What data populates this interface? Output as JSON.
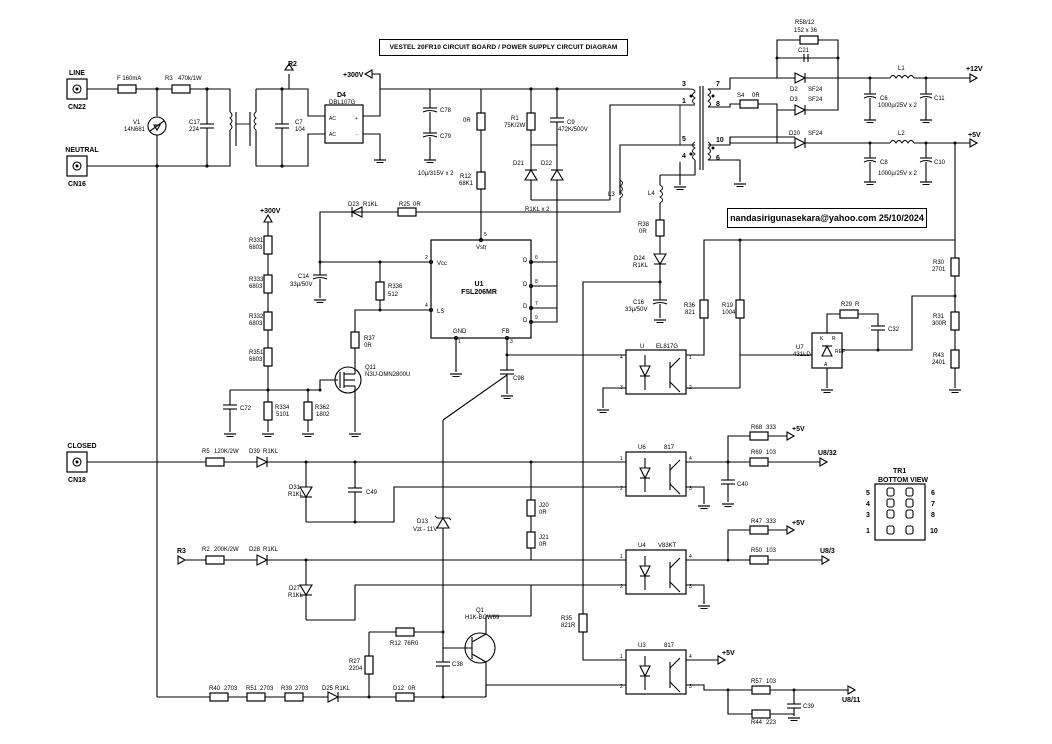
{
  "title": "VESTEL 20FR10 CIRCUIT BOARD /  POWER SUPPLY CIRCUIT DIAGRAM",
  "credit": "nandasirigunasekara@yahoo.com  25/10/2024",
  "connectors": {
    "line": {
      "name": "LINE",
      "ref": "CN22"
    },
    "neutral": {
      "name": "NEUTRAL",
      "ref": "CN16"
    },
    "closed": {
      "name": "CLOSED",
      "ref": "CN18"
    }
  },
  "rails": {
    "r2": "R2",
    "v300": "+300V",
    "v300b": "+300V",
    "v12": "+12V",
    "v5": "+5V",
    "r3": "R3",
    "v5a": "+5V",
    "v5b": "+5V",
    "v5c": "+5V"
  },
  "outputs": {
    "u832": "U8/32",
    "u83": "U8/3",
    "u811": "U8/11"
  },
  "components": {
    "f": "F 160mA",
    "r3": "R3",
    "r3v": "470k/1W",
    "v1": "V1",
    "v1v": "14N681",
    "c17": "C17",
    "c17v": "224",
    "c7": "C7",
    "c7v": "104",
    "d4": "D4",
    "d4v": "DBL107G",
    "ac1": "AC",
    "ac2": "AC",
    "plus": "+",
    "minus": "-",
    "c78": "C78",
    "c79": "C79",
    "c7879v": "10µ/315V x 2",
    "r0": "0R",
    "r12": "R12",
    "r12v": "68K1",
    "r1": "R1",
    "r1v": "75K/2W",
    "c9": "C9",
    "c9v": "472K/500V",
    "d21": "D21",
    "d22": "D22",
    "r1kl2": "R1KL x 2",
    "r5812": "R58/12",
    "r5812v": "152 x 36",
    "c21": "C21",
    "d2": "D2",
    "d2v": "SF24",
    "d3": "D3",
    "d3v": "SF24",
    "d20": "D20",
    "d20v": "SF24",
    "s4": "S4",
    "s4v": "0R",
    "l1": "L1",
    "l2": "L2",
    "c6": "C6",
    "c11": "C11",
    "c6v": "1000µ/25V x 2",
    "c8": "C8",
    "c10": "C10",
    "c8v": "1000µ/25V x 2",
    "t3": "3",
    "t1": "1",
    "t5": "5",
    "t4": "4",
    "t7": "7",
    "t8": "8",
    "t10": "10",
    "t6": "6",
    "l3": "L3",
    "l4": "L4",
    "d23": "D23",
    "d23v": "R1KL",
    "r25": "R25",
    "r25v": "0R",
    "r331": "R331",
    "r331v": "6803",
    "r333": "R333",
    "r333v": "6803",
    "r332": "R332",
    "r332v": "6803",
    "r351": "R351",
    "r351v": "6803",
    "c14": "C14",
    "c14v": "33µ/50V",
    "r336": "R336",
    "r336v": "512",
    "r37": "R37",
    "r37v": "0R",
    "q11": "Q11",
    "q11v": "N3U-DMN2800U",
    "c72": "C72",
    "r334": "R334",
    "r334v": "5101",
    "r362": "R362",
    "r362v": "1802",
    "u1": "U1",
    "u1v": "FSL206MR",
    "vstr": "Vstr",
    "vstr_pin": "5",
    "vcc": "Vcc",
    "vcc_pin": "2",
    "ls": "LS",
    "ls_pin": "4",
    "gnd": "GND",
    "gnd_pin": "1",
    "fb": "FB",
    "fb_pin": "3",
    "d_label": "D",
    "pin6": "6",
    "pin8": "8",
    "pin7": "7",
    "pin9": "9",
    "c98": "C98",
    "r38": "R38",
    "r38v": "0R",
    "d24": "D24",
    "d24v": "R1KL",
    "c16": "C16",
    "c16v": "33µ/50V",
    "r36": "R36",
    "r36v": "821",
    "r19": "R19",
    "r19v": "1004",
    "u_opto1": "U",
    "u_opto1v": "EL817G",
    "u7": "U7",
    "u7v": "431LD",
    "r29": "R29",
    "r29v": "R",
    "c32": "C32",
    "r30": "R30",
    "r30v": "2701",
    "r31": "R31",
    "r31v": "300R",
    "r43": "R43",
    "r43v": "2401",
    "k": "K",
    "r": "R",
    "a": "A",
    "ref": "REF",
    "r5": "R5",
    "r5v": "120K/2W",
    "d39": "D39",
    "d39v": "R1KL",
    "d31": "D31",
    "d31v": "R1KL",
    "c49": "C49",
    "d13": "D13",
    "d13v": "Vzt - 11V",
    "j20": "J20",
    "j20v": "0R",
    "j21": "J21",
    "j21v": "0R",
    "u6": "U6",
    "u6v": "817",
    "r68": "R68",
    "r68v": "333",
    "r69": "R69",
    "r69v": "103",
    "c40": "C40",
    "r2": "R2",
    "r2v": "200K/2W",
    "d28": "D28",
    "d28v": "R1KL",
    "d27": "D27",
    "d27v": "R1KL",
    "u4": "U4",
    "u4v": "V83KT",
    "r47": "R47",
    "r47v": "333",
    "r50": "R50",
    "r50v": "103",
    "q1": "Q1",
    "q1v": "H1K-BCW69",
    "r35": "R35",
    "r35v": "821R",
    "r12b": "R12",
    "r12bv": "76R0",
    "r27": "R27",
    "r27v": "2204",
    "c38": "C38",
    "u3": "U3",
    "u3v": "817",
    "r57": "R57",
    "r57v": "103",
    "r44": "R44",
    "r44v": "223",
    "c39": "C39",
    "r40": "R40",
    "r40v": "2703",
    "r51": "R51",
    "r51v": "2703",
    "r39": "R39",
    "r39v": "2703",
    "d25": "D25",
    "d25v": "R1KL",
    "d12": "D12",
    "d12v": "0R",
    "p1": "1",
    "p2": "2",
    "p3": "3",
    "p4": "4"
  },
  "tr1": {
    "name": "TR1",
    "subtitle": "BOTTOM VIEW",
    "left_pins": [
      "5",
      "4",
      "3",
      "",
      "1"
    ],
    "right_pins": [
      "6",
      "7",
      "8",
      "",
      "10"
    ]
  }
}
